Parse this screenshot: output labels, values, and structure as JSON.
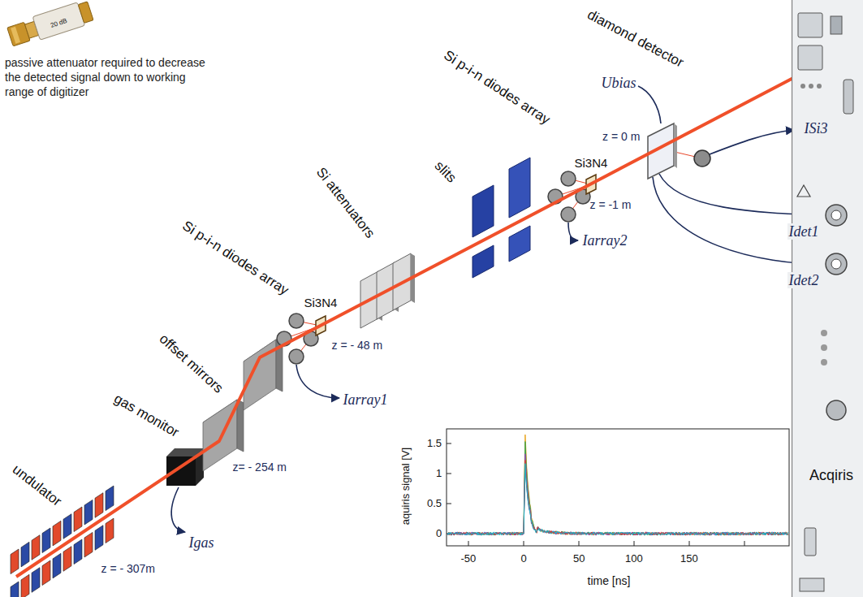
{
  "diagram": {
    "nodes": [
      {
        "text": [
          "Acqiris"
        ]
      }
    ],
    "labels": [
      "passive attenuator required to decrease the detected signal down to working range of digitizer",
      "20 dB",
      "undulator",
      "z = - 307m",
      "gas monitor",
      "Igas",
      "offset mirrors",
      "z= - 254 m",
      "Si p-i-n diodes array",
      "Si3N4",
      "z = - 48 m",
      "Iarray1",
      "Si attenuators",
      "slits",
      "Si p-i-n diodes array",
      "Si3N4",
      "z = -1 m",
      "Iarray2",
      "diamond detector",
      "Ubias",
      "z = 0 m",
      "ISi3",
      "Idet1",
      "Idet2",
      "aquiris signal [V]",
      "1.5",
      "1",
      "0.5",
      "0",
      "-50",
      "0",
      "50",
      "100",
      "150",
      "time [ns]"
    ]
  }
}
